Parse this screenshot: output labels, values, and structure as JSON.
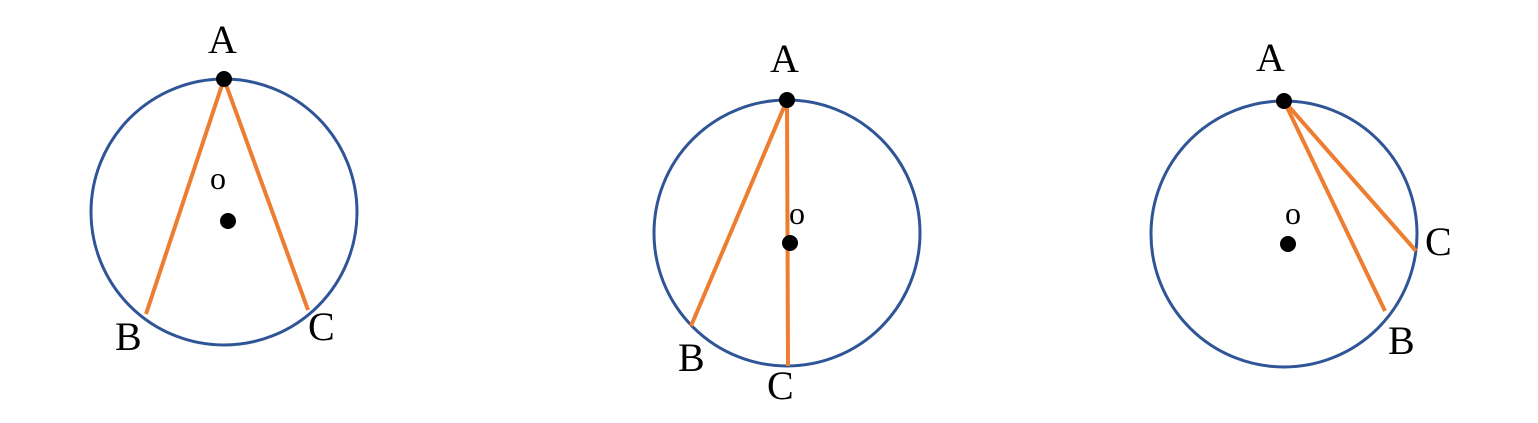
{
  "colors": {
    "circle": "#2F5597",
    "chord": "#ED7D31",
    "point": "#000000",
    "background": "#FFFFFF"
  },
  "figures": [
    {
      "labels": {
        "a": "A",
        "b": "B",
        "c": "C",
        "o": "o"
      }
    },
    {
      "labels": {
        "a": "A",
        "b": "B",
        "c": "C",
        "o": "o"
      }
    },
    {
      "labels": {
        "a": "A",
        "b": "B",
        "c": "C",
        "o": "o"
      }
    }
  ]
}
